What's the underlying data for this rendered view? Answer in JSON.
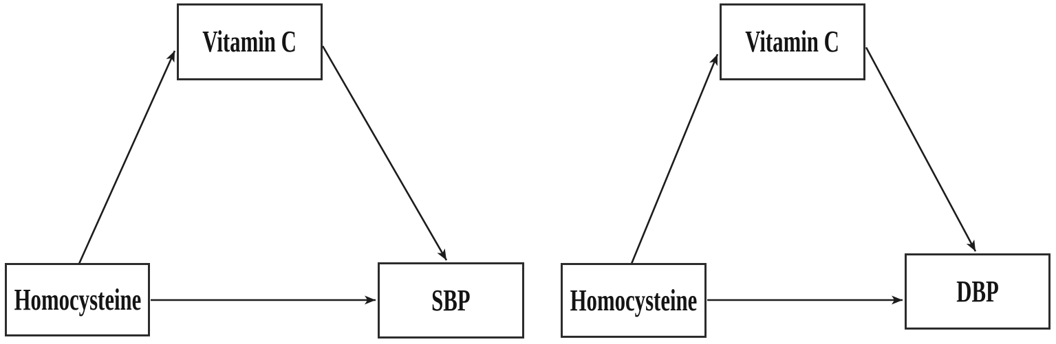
{
  "figure": {
    "description": "Two mediation path diagrams",
    "colors": {
      "background": "#ffffff",
      "line": "#1c1c1c",
      "box_border": "#2c2c2c",
      "box_fill": "#ffffff",
      "text": "#141414"
    }
  },
  "diagrams": [
    {
      "side": "left",
      "predictor": "Homocysteine",
      "mediator": "Vitamin C",
      "outcome": "SBP"
    },
    {
      "side": "right",
      "predictor": "Homocysteine",
      "mediator": "Vitamin C",
      "outcome": "DBP"
    }
  ]
}
